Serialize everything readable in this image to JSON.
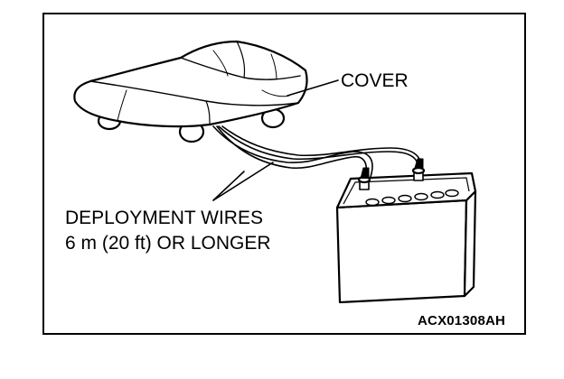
{
  "labels": {
    "cover": "COVER",
    "deployment_wires_line1": "DEPLOYMENT WIRES",
    "deployment_wires_line2": "6 m (20 ft) OR LONGER",
    "figure_code": "ACX01308AH"
  },
  "colors": {
    "ink": "#000000",
    "paper": "#ffffff"
  },
  "icons": [
    "covered-car-icon",
    "battery-icon",
    "deployment-wire-icon"
  ]
}
